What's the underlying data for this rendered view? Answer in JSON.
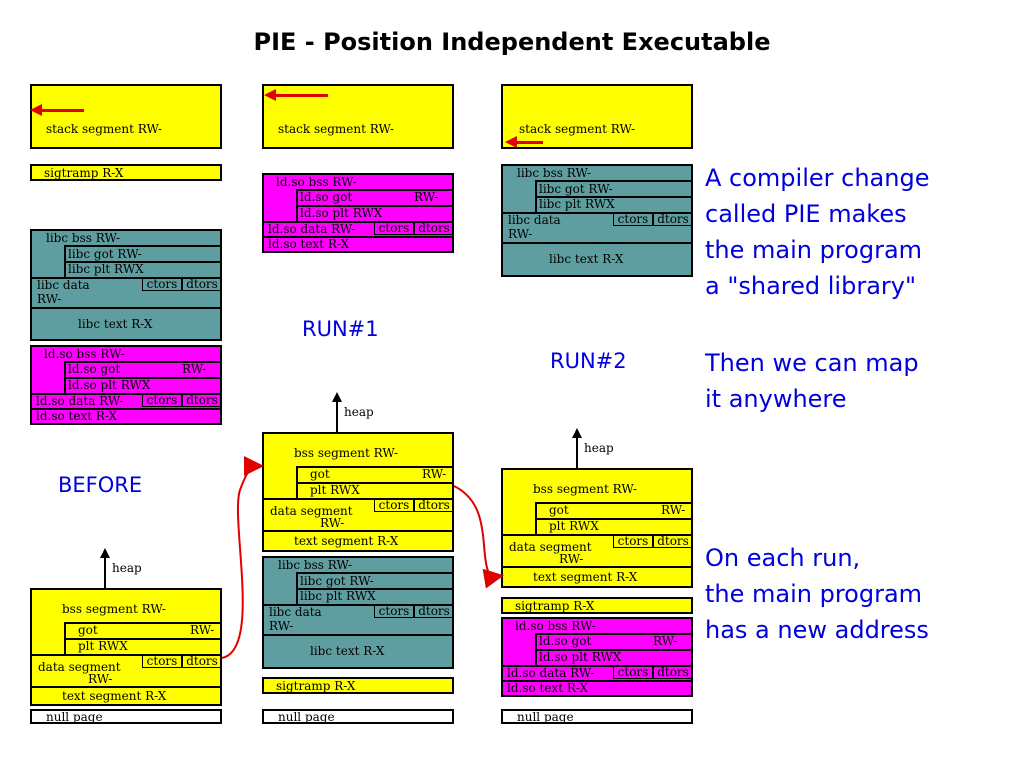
{
  "title": "PIE - Position Independent Executable",
  "labels": {
    "stack_segment": "stack segment RW-",
    "sigtramp": "sigtramp R-X",
    "libc_bss": "libc bss RW-",
    "libc_got": "libc got    RW-",
    "libc_plt": "libc plt    RWX",
    "libc_data": "libc data",
    "libc_text": "libc text R-X",
    "ldso_bss": "ld.so bss RW-",
    "ldso_got": "ld.so got",
    "ldso_plt": "ld.so plt   RWX",
    "ldso_data": "ld.so data RW-",
    "ldso_text": "ld.so text  R-X",
    "bss_segment": "bss segment RW-",
    "got": "got",
    "plt": "plt   RWX",
    "data_segment": "data segment",
    "text_segment": "text segment R-X",
    "null_page": "null page",
    "rw": "RW-",
    "ctors": "ctors",
    "dtors": "dtors",
    "heap": "heap"
  },
  "runs": {
    "before": "BEFORE",
    "run1": "RUN#1",
    "run2": "RUN#2"
  },
  "notes": {
    "line1": "A compiler change",
    "line2": "called PIE makes",
    "line3": "the main program",
    "line4": "a \"shared library\"",
    "line5": "Then we can map",
    "line6": "it anywhere",
    "line7": "On each run,",
    "line8": "the main program",
    "line9": "has a new address"
  },
  "colors": {
    "segment_yellow": "#ffff00",
    "libc_teal": "#5f9ea0",
    "ldso_magenta": "#ff00ff",
    "arrow_red": "#e00000",
    "note_blue": "#0000dd"
  }
}
